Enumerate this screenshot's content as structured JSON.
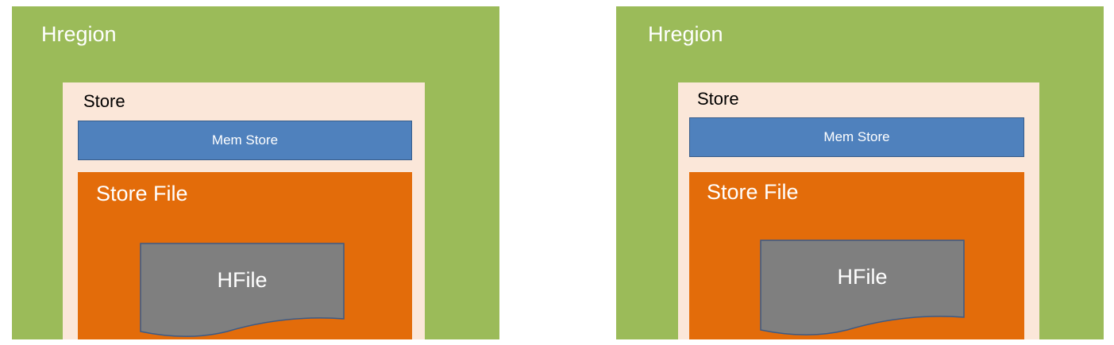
{
  "diagrams": [
    {
      "region_label": "Hregion",
      "store_label": "Store",
      "memstore_label": "Mem Store",
      "storefile_label": "Store File",
      "hfile_label": "HFile"
    },
    {
      "region_label": "Hregion",
      "store_label": "Store",
      "memstore_label": "Mem Store",
      "storefile_label": "Store File",
      "hfile_label": "HFile"
    }
  ],
  "colors": {
    "region": "#9bbb59",
    "store": "#fbe7d9",
    "memstore": "#4f81bd",
    "storefile": "#e36c0a",
    "hfile": "#7f7f7f"
  }
}
